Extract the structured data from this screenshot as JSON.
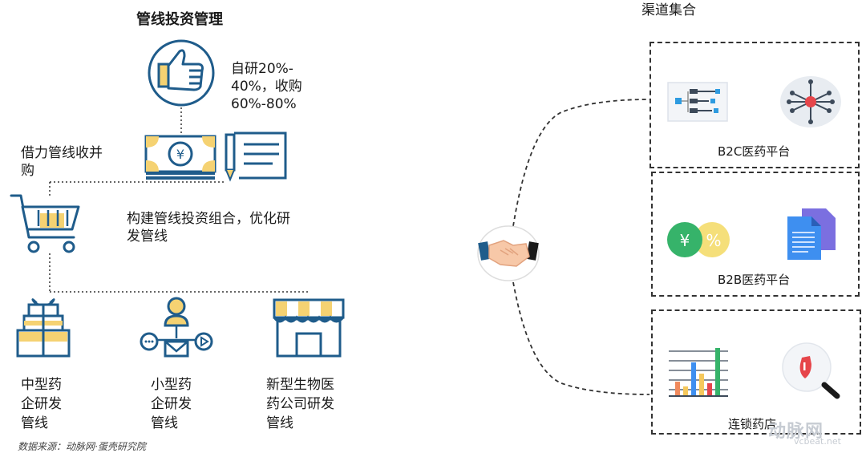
{
  "left": {
    "title": "管线投资管理",
    "self_dev_text": "自研20%-\n40%，收购\n60%-80%",
    "merge_text": "借力管线收并\n购",
    "portfolio_text": "构建管线投资组合，优化研\n发管线",
    "targets": [
      {
        "label": "中型药\n企研发\n管线",
        "icon": "gift-stack-icon"
      },
      {
        "label": "小型药\n企研发\n管线",
        "icon": "person-message-icon"
      },
      {
        "label": "新型生物医\n药公司研发\n管线",
        "icon": "storefront-icon"
      }
    ],
    "source": "数据来源：动脉网·蛋壳研究院"
  },
  "right": {
    "title": "渠道集合",
    "channels": [
      {
        "label": "B2C医药平台",
        "icons": [
          "flowchart-icon",
          "network-node-icon"
        ]
      },
      {
        "label": "B2B医药平台",
        "icons": [
          "coins-percent-icon",
          "documents-icon"
        ]
      },
      {
        "label": "连锁药店",
        "icons": [
          "bar-chart-icon",
          "magnifier-shield-icon"
        ]
      }
    ],
    "center_icon": "handshake-icon"
  },
  "watermark": {
    "text": "动脉网",
    "subtext": "vcbeat.net"
  },
  "colors": {
    "blue": "#1f5c8b",
    "yellow": "#f5d272",
    "dark": "#333333"
  }
}
